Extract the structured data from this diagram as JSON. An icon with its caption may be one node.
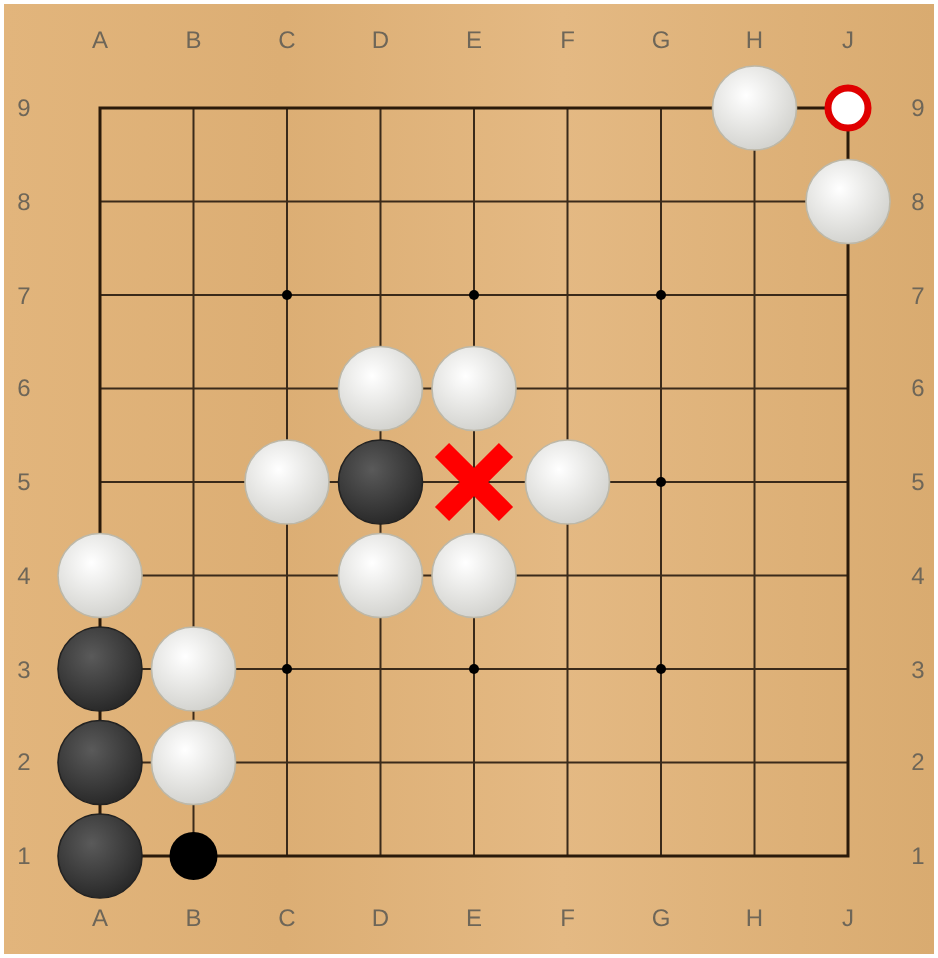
{
  "diagram": {
    "labels": [
      "A",
      "B",
      "C",
      "D",
      "E",
      "F",
      "G",
      "H",
      "J",
      "9",
      "9",
      "8",
      "8",
      "7",
      "7",
      "6",
      "6",
      "5",
      "5",
      "4",
      "4",
      "3",
      "3",
      "2",
      "2",
      "1",
      "1",
      "A",
      "B",
      "C",
      "D",
      "E",
      "F",
      "G",
      "H",
      "J"
    ]
  }
}
